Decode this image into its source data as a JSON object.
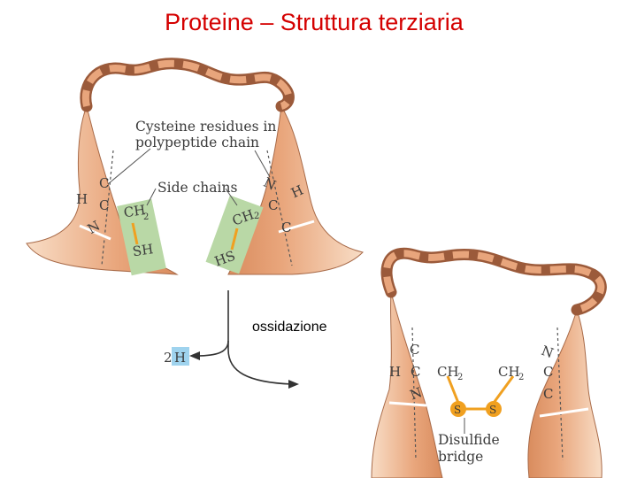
{
  "title": "Proteine – Struttura terziaria",
  "labels": {
    "cysteine_line1": "Cysteine residues in",
    "cysteine_line2": "polypeptide chain",
    "side_chains": "Side chains",
    "ossidazione": "ossidazione",
    "two_h_coef": "2",
    "two_h_atom": "H",
    "disulfide_line1": "Disulfide",
    "disulfide_line2": "bridge"
  },
  "atoms": {
    "H": "H",
    "C": "C",
    "N": "N",
    "CH": "CH",
    "two": "2",
    "SH": "SH",
    "HS": "HS",
    "S": "S"
  },
  "colors": {
    "title": "#d40000",
    "ribbon": "#e8a57c",
    "ribbon_dark": "#9b5a3a",
    "side_chain_box": "#b9d8a6",
    "bond_orange": "#f0a020",
    "h_box": "#9fd3ee"
  }
}
